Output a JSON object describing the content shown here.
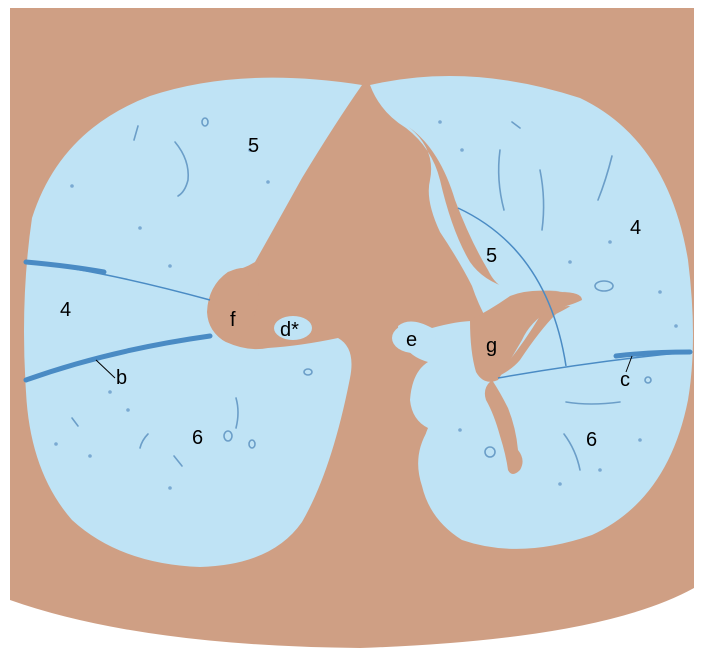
{
  "colors": {
    "background": "#ffffff",
    "tissue": "#cf9f84",
    "lung": "#bfe3f5",
    "fissure": "#4a8bc4",
    "vessel": "#6b9ec8"
  },
  "labels": {
    "right_seg5": "5",
    "right_seg4": "4",
    "right_seg6": "6",
    "left_seg4": "4",
    "left_seg5": "5",
    "left_seg6": "6",
    "fissure_b": "b",
    "fissure_c": "c",
    "structure_d": "d*",
    "structure_e": "e",
    "structure_f": "f",
    "structure_g": "g"
  }
}
